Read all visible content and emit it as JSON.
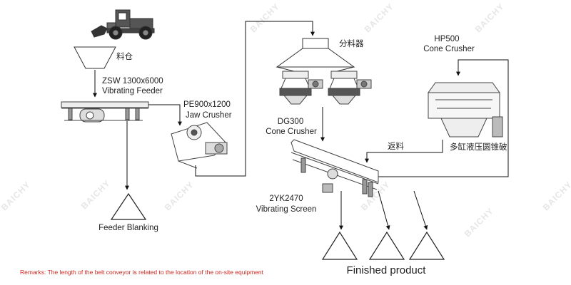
{
  "labels": {
    "hopper": "料仓",
    "feeder_model": "ZSW 1300x6000",
    "feeder_name": "Vibrating Feeder",
    "jaw_model": "PE900x1200",
    "jaw_name": "Jaw Crusher",
    "distributor": "分料器",
    "dg_model": "DG300",
    "dg_name": "Cone Crusher",
    "hp_model": "HP500",
    "hp_name": "Cone Crusher",
    "hp_cn": "多缸液压圆锥破",
    "return": "返料",
    "screen_model": "2YK2470",
    "screen_name": "Vibrating Screen",
    "feeder_blanking": "Feeder Blanking",
    "finished": "Finished product"
  },
  "remark": "Remarks: The length of the belt conveyor is related to the location of the on-site equipment",
  "watermark": "BAICHY",
  "colors": {
    "line": "#111111",
    "remark": "#d0251d",
    "machine": "#555555",
    "watermark": "#e6e6e6"
  }
}
